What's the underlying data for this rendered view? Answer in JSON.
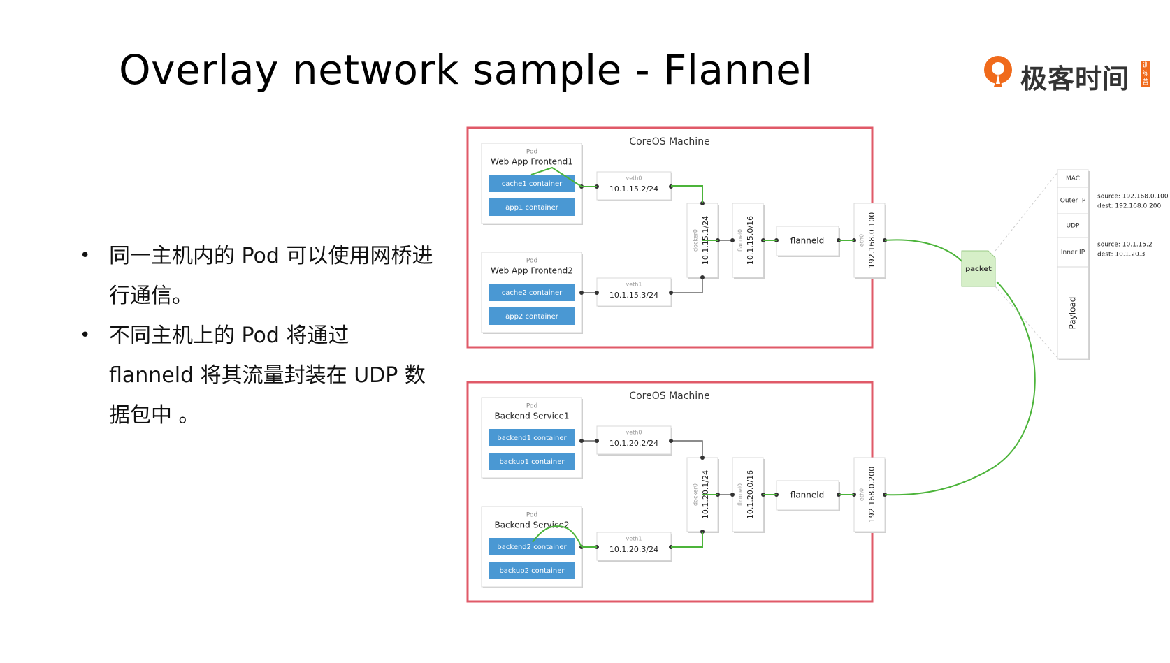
{
  "title": "Overlay network sample - Flannel",
  "logo": {
    "text": "极客时间",
    "tag": "训练营"
  },
  "bullets": [
    "同一主机内的 Pod 可以使用网桥进行通信。",
    "不同主机上的 Pod 将通过 flanneld 将其流量封装在 UDP 数据包中 。"
  ],
  "colors": {
    "frame": "#e05a68",
    "container": "#4a98d3",
    "link": "#4cb43a",
    "packet": "#d6efc8"
  },
  "machines": [
    {
      "title": "CoreOS Machine",
      "pods": [
        {
          "small": "Pod",
          "name": "Web App Frontend1",
          "containers": [
            "cache1 container",
            "app1 container"
          ]
        },
        {
          "small": "Pod",
          "name": "Web App Frontend2",
          "containers": [
            "cache2 container",
            "app2 container"
          ]
        }
      ],
      "veths": [
        {
          "name": "veth0",
          "ip": "10.1.15.2/24"
        },
        {
          "name": "veth1",
          "ip": "10.1.15.3/24"
        }
      ],
      "docker": {
        "name": "docker0",
        "ip": "10.1.15.1/24"
      },
      "flannel_if": {
        "name": "flannel0",
        "ip": "10.1.15.0/16"
      },
      "flanneld": "flanneld",
      "eth": {
        "name": "eth0",
        "ip": "192.168.0.100"
      }
    },
    {
      "title": "CoreOS Machine",
      "pods": [
        {
          "small": "Pod",
          "name": "Backend Service1",
          "containers": [
            "backend1 container",
            "backup1 container"
          ]
        },
        {
          "small": "Pod",
          "name": "Backend Service2",
          "containers": [
            "backend2 container",
            "backup2 container"
          ]
        }
      ],
      "veths": [
        {
          "name": "veth0",
          "ip": "10.1.20.2/24"
        },
        {
          "name": "veth1",
          "ip": "10.1.20.3/24"
        }
      ],
      "docker": {
        "name": "docker0",
        "ip": "10.1.20.1/24"
      },
      "flannel_if": {
        "name": "flannel0",
        "ip": "10.1.20.0/16"
      },
      "flanneld": "flanneld",
      "eth": {
        "name": "eth0",
        "ip": "192.168.0.200"
      }
    }
  ],
  "packet": {
    "label": "packet",
    "fields": [
      "MAC",
      "Outer IP",
      "UDP",
      "Inner IP",
      "Payload"
    ],
    "outer": {
      "source": "source: 192.168.0.100",
      "dest": "dest: 192.168.0.200"
    },
    "inner": {
      "source": "source: 10.1.15.2",
      "dest": "dest: 10.1.20.3"
    }
  }
}
